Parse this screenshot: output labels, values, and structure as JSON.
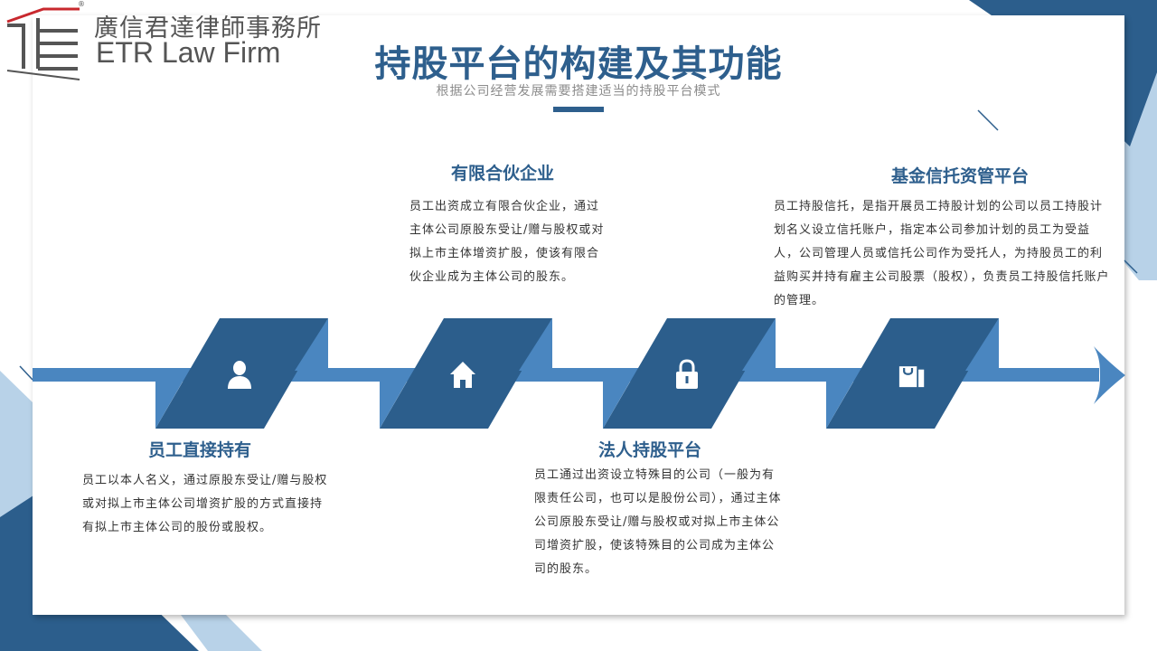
{
  "logo": {
    "cn": "廣信君達律師事務所",
    "en": "ETR Law Firm",
    "reg": "®"
  },
  "header": {
    "title": "持股平台的构建及其功能",
    "subtitle": "根据公司经营发展需要搭建适当的持股平台模式"
  },
  "steps": [
    {
      "icon": "person-icon",
      "title": "员工直接持有",
      "desc": "员工以本人名义，通过原股东受让/赠与股权或对拟上市主体公司增资扩股的方式直接持有拟上市主体公司的股份或股权。"
    },
    {
      "icon": "home-icon",
      "title": "有限合伙企业",
      "desc": "员工出资成立有限合伙企业，通过主体公司原股东受让/赠与股权或对拟上市主体增资扩股，使该有限合伙企业成为主体公司的股东。"
    },
    {
      "icon": "lock-icon",
      "title": "法人持股平台",
      "desc": "员工通过出资设立特殊目的公司（一般为有限责任公司，也可以是股份公司），通过主体公司原股东受让/赠与股权或对拟上市主体公司增资扩股，使该特殊目的公司成为主体公司的股东。"
    },
    {
      "icon": "shopping-bag-icon",
      "title": "基金信托资管平台",
      "desc": "员工持股信托，是指开展员工持股计划的公司以员工持股计划名义设立信托账户，指定本公司参加计划的员工为受益人，公司管理人员或信托公司作为受托人，为持股员工的利益购买并持有雇主公司股票（股权），负责员工持股信托账户的管理。"
    }
  ],
  "colors": {
    "dark_blue": "#2e5f8d",
    "mid_blue": "#4a86c0",
    "light_blue": "#b8d2e8"
  }
}
